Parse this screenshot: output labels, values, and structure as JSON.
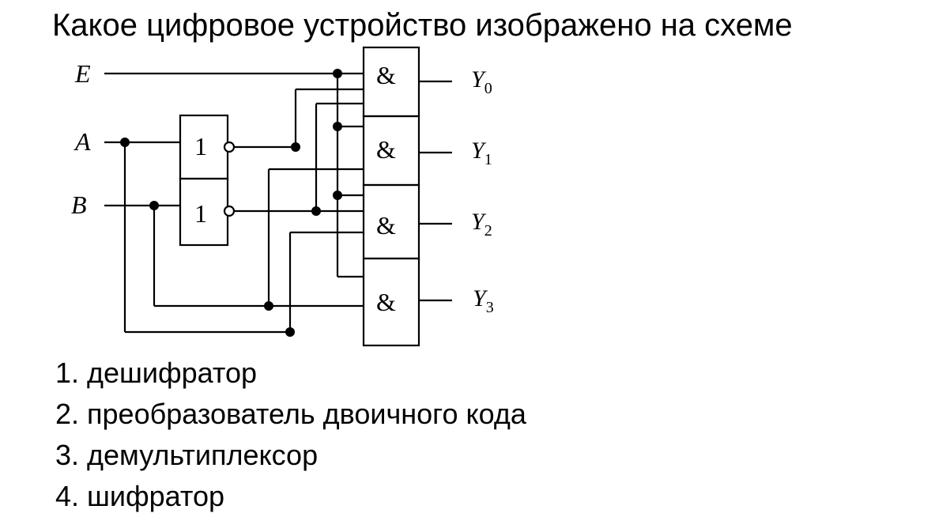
{
  "question": "Какое цифровое устройство изображено на схеме",
  "diagram": {
    "inputs": [
      {
        "name": "E"
      },
      {
        "name": "A"
      },
      {
        "name": "B"
      }
    ],
    "inverters": [
      {
        "symbol": "1"
      },
      {
        "symbol": "1"
      }
    ],
    "and_gates": [
      {
        "symbol": "&",
        "output": "Y",
        "sub": "0"
      },
      {
        "symbol": "&",
        "output": "Y",
        "sub": "1"
      },
      {
        "symbol": "&",
        "output": "Y",
        "sub": "2"
      },
      {
        "symbol": "&",
        "output": "Y",
        "sub": "3"
      }
    ]
  },
  "answers": [
    "1. дешифратор",
    "2. преобразователь двоичного кода",
    "3. демультиплексор",
    "4. шифратор"
  ]
}
